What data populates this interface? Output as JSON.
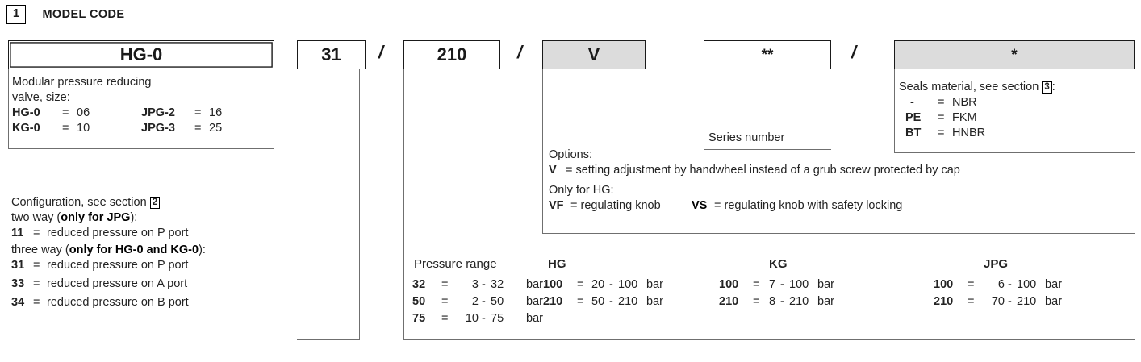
{
  "section": {
    "number": "1",
    "title": "MODEL CODE"
  },
  "code_boxes": {
    "model": "HG-0",
    "configuration": "31",
    "pressure": "210",
    "option": "V",
    "series": "**",
    "seals": "*",
    "sep1": "/",
    "sep2": "/",
    "sep3": "/"
  },
  "model_block": {
    "intro_line1": "Modular pressure reducing",
    "intro_line2": "valve, size:",
    "sizes_left": [
      {
        "code": "HG-0",
        "eq": "=",
        "value": "06"
      },
      {
        "code": "KG-0",
        "eq": "=",
        "value": "10"
      }
    ],
    "sizes_right": [
      {
        "code": "JPG-2",
        "eq": "=",
        "value": "16"
      },
      {
        "code": "JPG-3",
        "eq": "=",
        "value": "25"
      }
    ]
  },
  "configuration_block": {
    "heading_pre": "Configuration, see section",
    "heading_ref": "2",
    "two_way_label_pre": "two way (",
    "two_way_label_bold": "only for JPG",
    "two_way_label_post": "):",
    "two_way_items": [
      {
        "code": "11",
        "eq": "=",
        "text": "reduced pressure on P port"
      }
    ],
    "three_way_label_pre": "three way (",
    "three_way_label_bold": "only for HG-0 and KG-0",
    "three_way_label_post": "):",
    "three_way_items": [
      {
        "code": "31",
        "eq": "=",
        "text": "reduced pressure on P port"
      },
      {
        "code": "33",
        "eq": "=",
        "text": "reduced pressure on A port"
      },
      {
        "code": "34",
        "eq": "=",
        "text": "reduced pressure on B port"
      }
    ]
  },
  "options_block": {
    "heading": "Options:",
    "line_v_code": "V",
    "line_v_text": "= setting adjustment by handwheel instead of a grub screw protected by cap",
    "only_for": "Only for HG:",
    "vf_code": "VF",
    "vf_text": "= regulating knob",
    "vs_code": "VS",
    "vs_text": "= regulating knob with safety locking"
  },
  "series_block": {
    "label": "Series number"
  },
  "seals_block": {
    "heading_pre": "Seals material, see section",
    "heading_ref": "3",
    "heading_post": ":",
    "items": [
      {
        "code": "-",
        "eq": "=",
        "value": "NBR"
      },
      {
        "code": "PE",
        "eq": "=",
        "value": "FKM"
      },
      {
        "code": "BT",
        "eq": "=",
        "value": "HNBR"
      }
    ]
  },
  "chart_data": {
    "type": "table",
    "title": "Pressure range",
    "label": "Pressure range",
    "unit": "bar",
    "groups": [
      {
        "name": "HG",
        "columns": [
          {
            "rows": [
              {
                "code": "32",
                "eq": "=",
                "min": "3",
                "dash": "-",
                "max": "32",
                "unit": "bar"
              },
              {
                "code": "50",
                "eq": "=",
                "min": "2",
                "dash": "-",
                "max": "50",
                "unit": "bar"
              },
              {
                "code": "75",
                "eq": "=",
                "min": "10",
                "dash": "-",
                "max": "75",
                "unit": "bar"
              }
            ]
          },
          {
            "rows": [
              {
                "code": "100",
                "eq": "=",
                "min": "20",
                "dash": "-",
                "max": "100",
                "unit": "bar"
              },
              {
                "code": "210",
                "eq": "=",
                "min": "50",
                "dash": "-",
                "max": "210",
                "unit": "bar"
              }
            ]
          }
        ]
      },
      {
        "name": "KG",
        "columns": [
          {
            "rows": [
              {
                "code": "100",
                "eq": "=",
                "min": "7",
                "dash": "-",
                "max": "100",
                "unit": "bar"
              },
              {
                "code": "210",
                "eq": "=",
                "min": "8",
                "dash": "-",
                "max": "210",
                "unit": "bar"
              }
            ]
          }
        ]
      },
      {
        "name": "JPG",
        "columns": [
          {
            "rows": [
              {
                "code": "100",
                "eq": "=",
                "min": "6",
                "dash": "-",
                "max": "100",
                "unit": "bar"
              },
              {
                "code": "210",
                "eq": "=",
                "min": "70",
                "dash": "-",
                "max": "210",
                "unit": "bar"
              }
            ]
          }
        ]
      }
    ]
  }
}
